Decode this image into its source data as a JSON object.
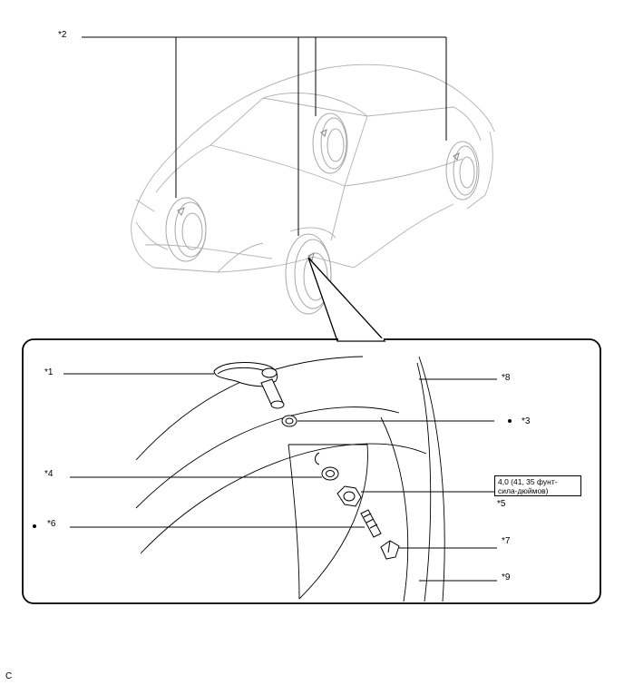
{
  "callouts": {
    "c1": "*1",
    "c2": "*2",
    "c3": "*3",
    "c4": "*4",
    "c5": "*5",
    "c6": "*6",
    "c7": "*7",
    "c8": "*8",
    "c9": "*9"
  },
  "torque_spec": {
    "line1": "4,0 (41, 35 фунт-",
    "line2": "сила-дюймов)"
  },
  "figure_code": "C"
}
